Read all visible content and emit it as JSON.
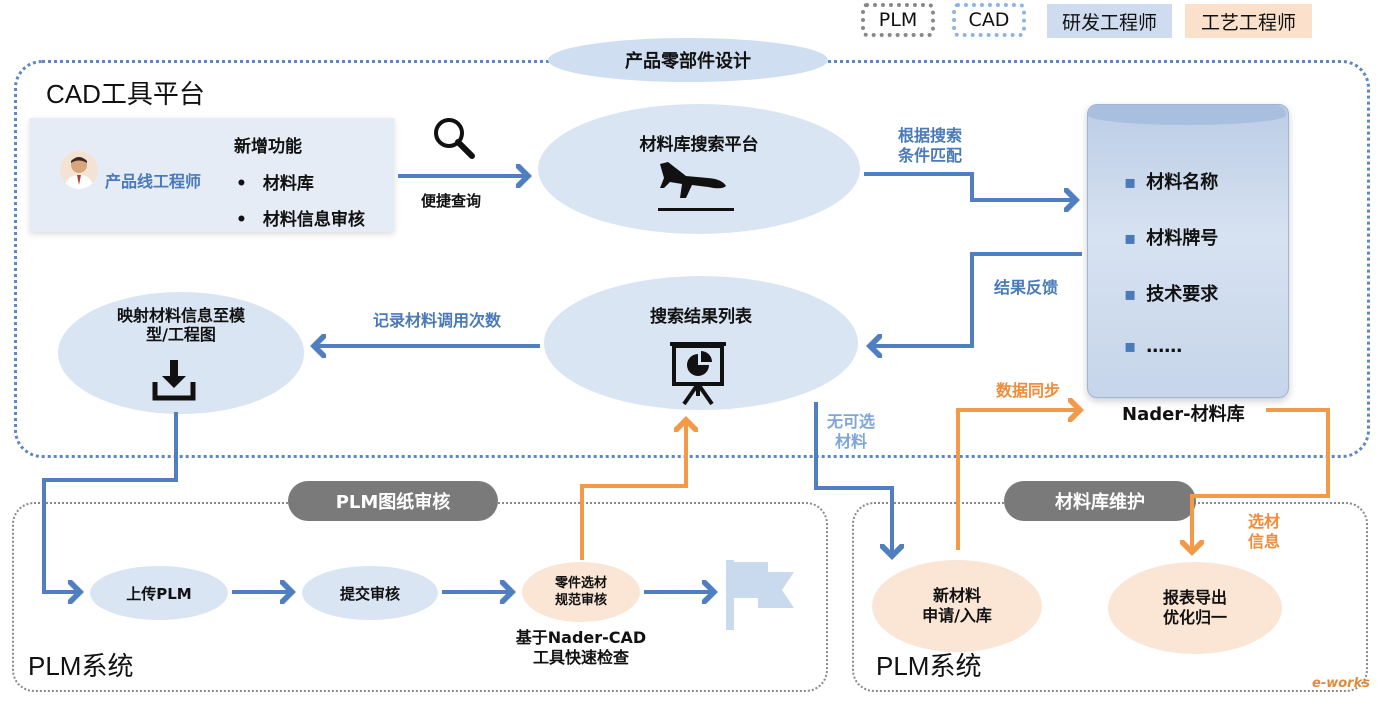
{
  "legend": {
    "plm": "PLM",
    "cad": "CAD",
    "rd_engineer": "研发工程师",
    "process_engineer": "工艺工程师"
  },
  "cad_platform": {
    "title": "CAD工具平台",
    "top_pill": "产品零部件设计"
  },
  "user_panel": {
    "role": "产品线工程师",
    "heading": "新增功能",
    "items": [
      "材料库",
      "材料信息审核"
    ]
  },
  "nodes": {
    "search_platform": "材料库搜索平台",
    "result_list": "搜索结果列表",
    "mapping_line1": "映射材料信息至模",
    "mapping_line2": "型/工程图",
    "upload": "上传PLM",
    "submit": "提交审核",
    "parts_review_line1": "零件选材",
    "parts_review_line2": "规范审核",
    "new_material_line1": "新材料",
    "new_material_line2": "申请/入库",
    "report_line1": "报表导出",
    "report_line2": "优化归一"
  },
  "database": {
    "items": [
      "材料名称",
      "材料牌号",
      "技术要求",
      "……"
    ],
    "name": "Nader-材料库"
  },
  "labels": {
    "quick_query": "便捷查询",
    "match_line1": "根据搜索",
    "match_line2": "条件匹配",
    "feedback": "结果反馈",
    "record_calls": "记录材料调用次数",
    "no_material_line1": "无可选",
    "no_material_line2": "材料",
    "data_sync": "数据同步",
    "select_info_line1": "选材",
    "select_info_line2": "信息",
    "quick_check_line1": "基于Nader-CAD",
    "quick_check_line2": "工具快速检查"
  },
  "plm_left": {
    "title": "PLM系统",
    "pill": "PLM图纸审核"
  },
  "plm_right": {
    "title": "PLM系统",
    "pill": "材料库维护"
  },
  "watermark": "e-works",
  "colors": {
    "blue_arrow": "#4f7fc0",
    "orange_arrow": "#f39a48",
    "ellipse_blue": "#dae5f3",
    "ellipse_orange": "#fbe6d5",
    "gray_pill": "#7a7a7a"
  }
}
